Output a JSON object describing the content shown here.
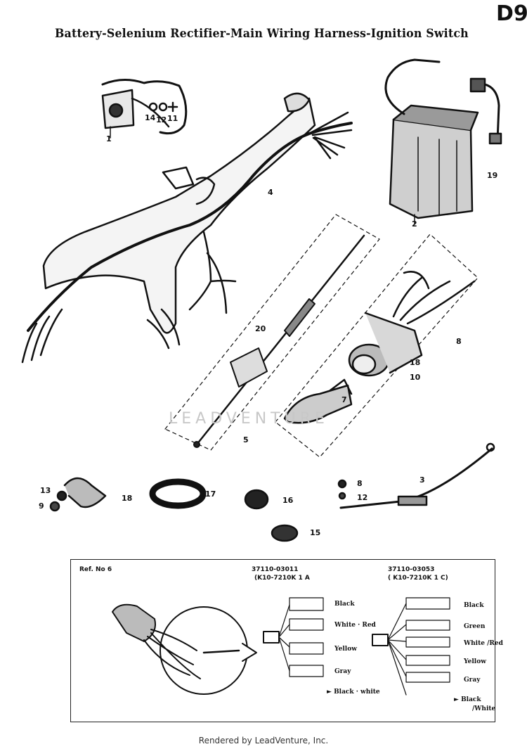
{
  "header": {
    "title": "Battery-Selenium Rectifier-Main Wiring Harness-Ignition Switch",
    "page_id": "D9"
  },
  "callouts": [
    "1",
    "14",
    "12",
    "11",
    "4",
    "2",
    "19",
    "20",
    "8",
    "18",
    "10",
    "7",
    "5",
    "13",
    "9",
    "18",
    "17",
    "16",
    "8",
    "12",
    "3",
    "15"
  ],
  "watermark": "LEADVENTURE",
  "inset": {
    "ref_label": "Ref. No 6",
    "part_a": {
      "number": "37110-03011",
      "code": "(K10-7210K 1 A",
      "wires": [
        "Black",
        "White · Red",
        "Yellow",
        "Gray",
        "Black · white"
      ]
    },
    "part_b": {
      "number": "37110-03053",
      "code": "( K10-7210K 1 C)",
      "wires": [
        "Black",
        "Green",
        "White /Red",
        "Yellow",
        "Gray",
        "Black",
        "/White"
      ]
    }
  },
  "footer": "Rendered by LeadVenture, Inc."
}
